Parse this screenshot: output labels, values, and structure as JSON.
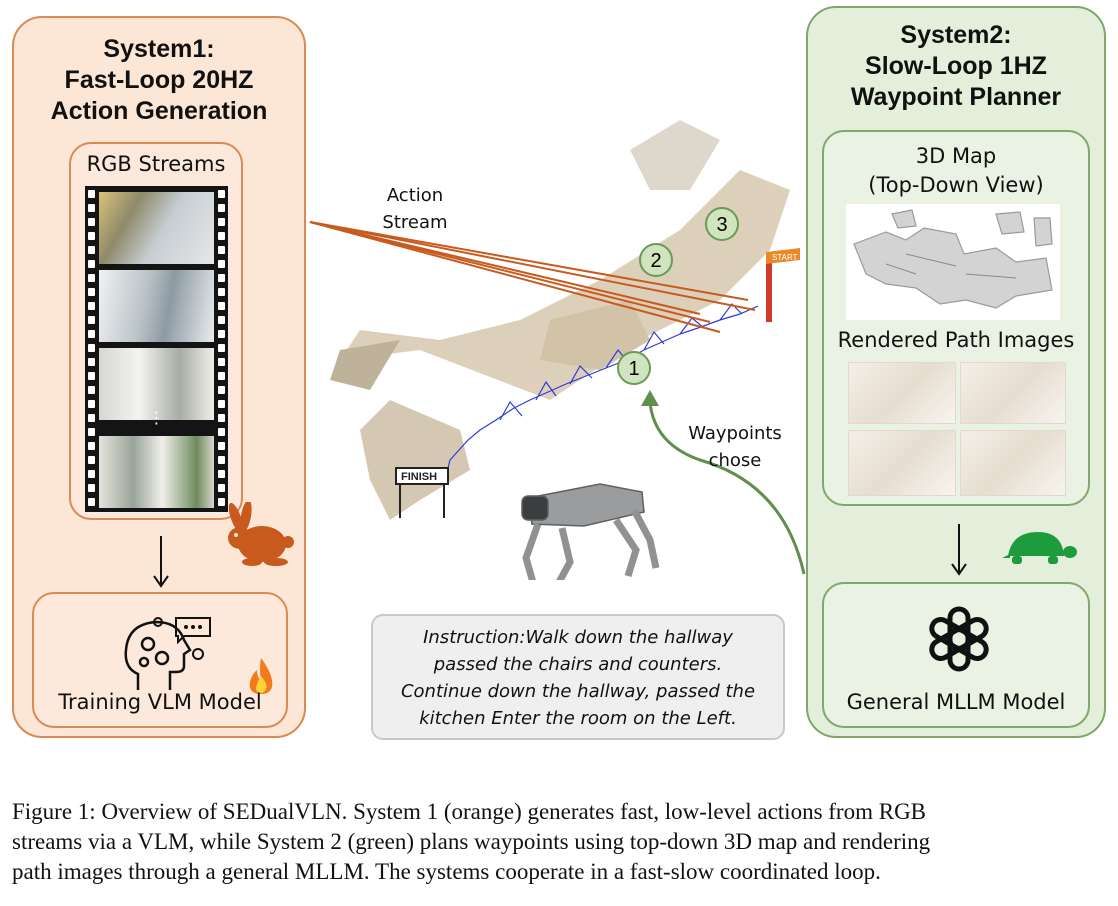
{
  "system1": {
    "title_lines": [
      "System1:",
      "Fast-Loop 20HZ",
      "Action Generation"
    ],
    "rgb_label": "RGB Streams",
    "ellipsis": "⋮",
    "model_label": "Training VLM Model",
    "color": "#d98a57"
  },
  "system2": {
    "title_lines": [
      "System2:",
      "Slow-Loop 1HZ",
      "Waypoint Planner"
    ],
    "map_label_lines": [
      "3D Map",
      "(Top-Down View)"
    ],
    "rendered_label": "Rendered Path Images",
    "model_label": "General MLLM Model",
    "color": "#7fa86a"
  },
  "center": {
    "action_stream_lines": [
      "Action",
      "Stream"
    ],
    "waypoints_lines": [
      "Waypoints",
      "chose"
    ],
    "waypoint_numbers": [
      "1",
      "2",
      "3"
    ],
    "finish_label": "FINISH",
    "start_label": "START",
    "instruction_lines": [
      "Instruction:Walk down the hallway",
      "passed the chairs and counters.",
      "Continue down the hallway, passed the",
      "kitchen Enter the room on the Left."
    ]
  },
  "caption_lines": [
    "Figure 1: Overview of SEDualVLN. System 1 (orange) generates fast, low-level actions from RGB",
    "streams via a VLM, while System 2 (green) plans waypoints using top-down 3D map and rendering",
    "path images through a general MLLM. The systems cooperate in a fast-slow coordinated loop."
  ]
}
